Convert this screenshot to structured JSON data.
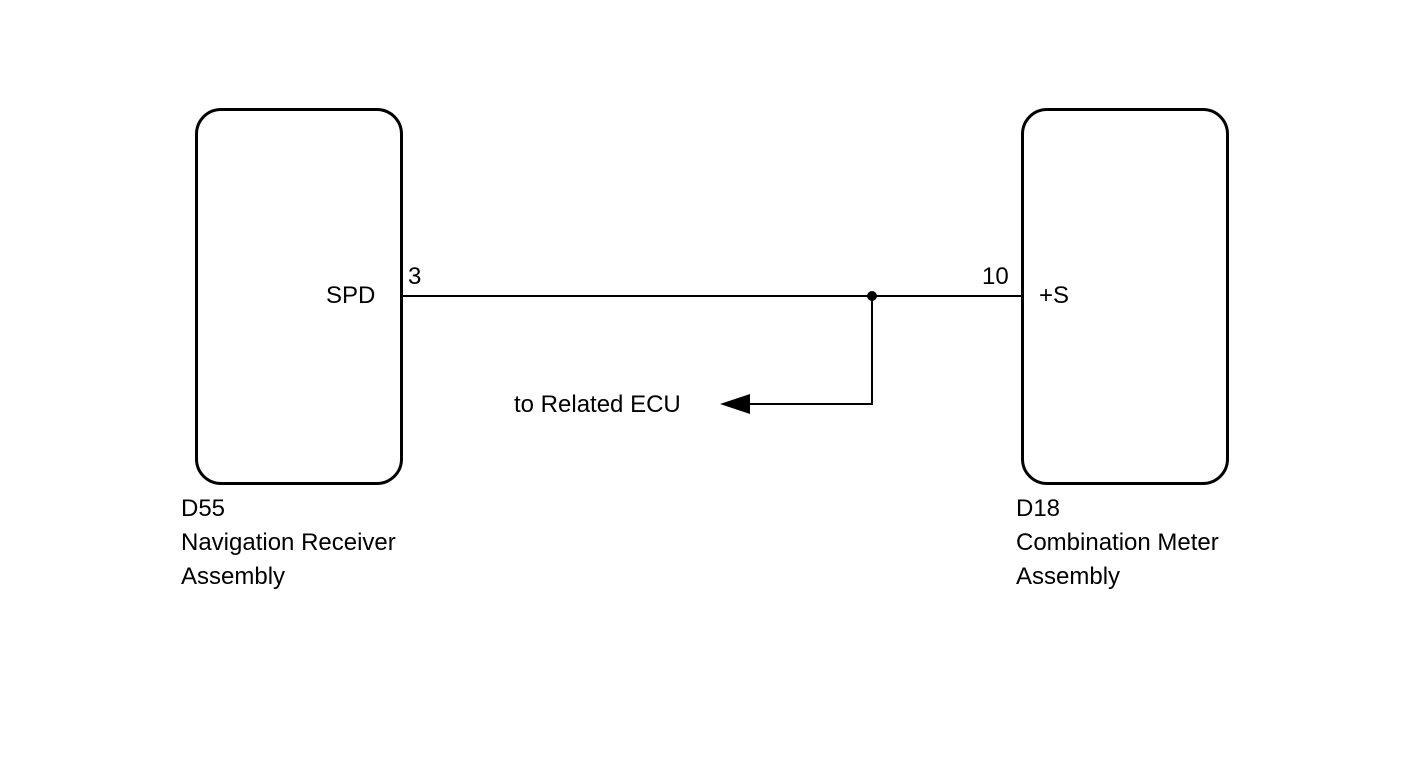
{
  "components": {
    "left": {
      "code": "D55",
      "name_line1": "Navigation Receiver",
      "name_line2": "Assembly",
      "terminal_name": "SPD",
      "pin": "3"
    },
    "right": {
      "code": "D18",
      "name_line1": "Combination Meter",
      "name_line2": "Assembly",
      "terminal_name": "+S",
      "pin": "10"
    }
  },
  "branch": {
    "label": "to Related ECU"
  },
  "colors": {
    "line": "#000000",
    "background": "#ffffff"
  }
}
